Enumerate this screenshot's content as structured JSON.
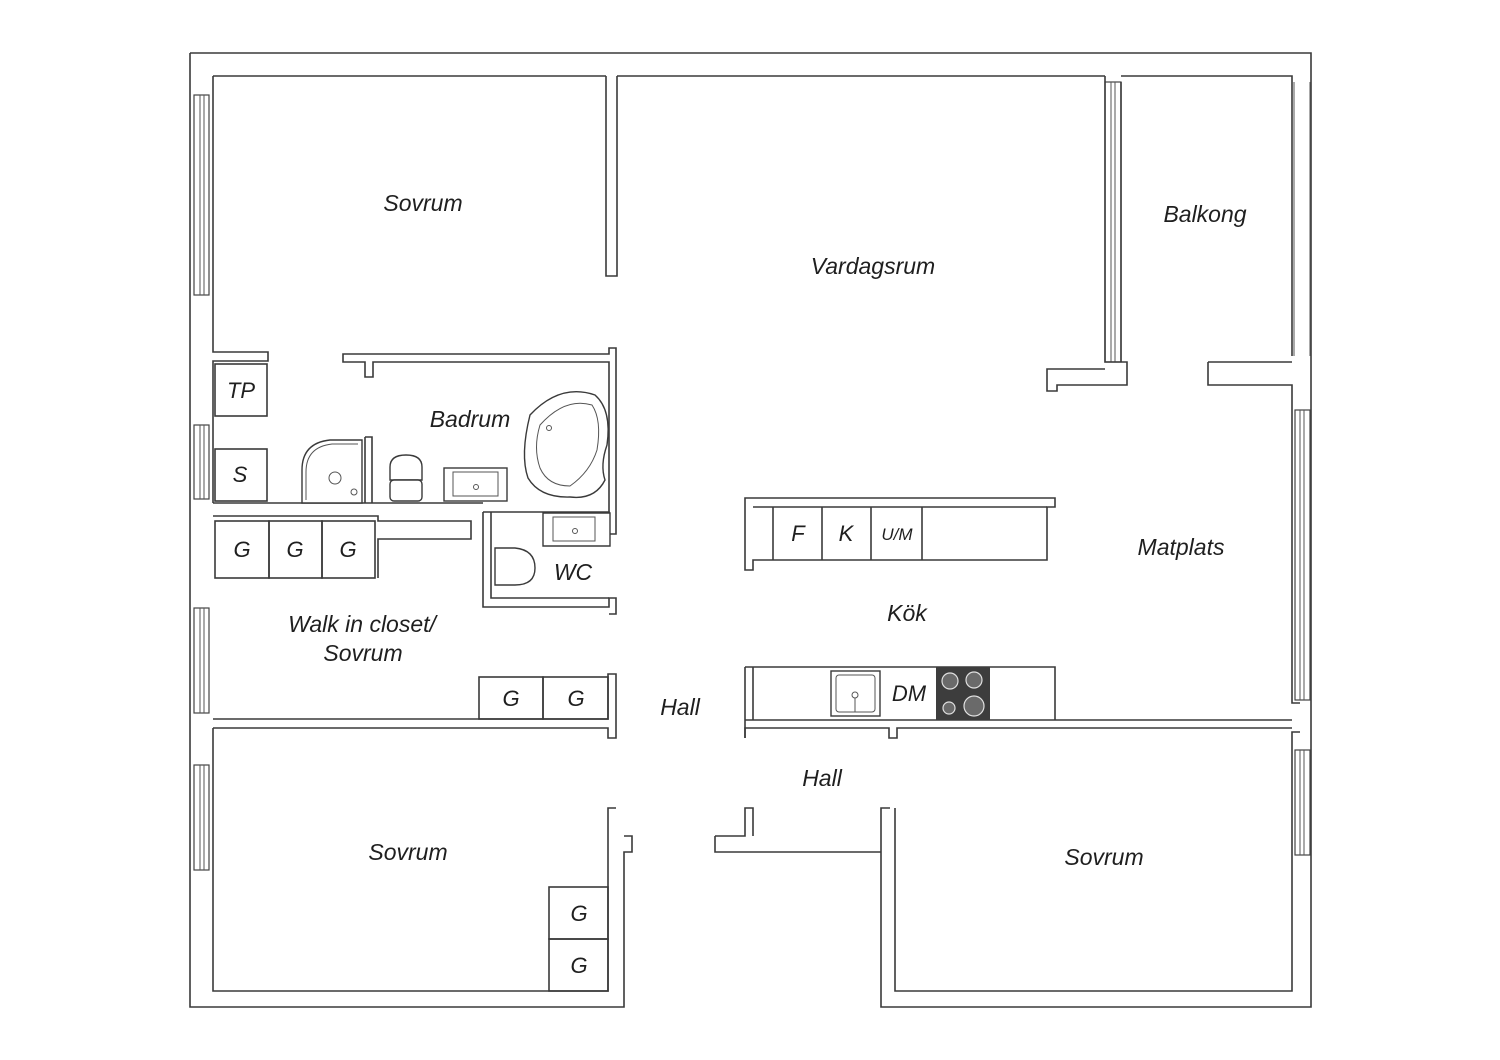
{
  "colors": {
    "wall_stroke": "#3a3a3a",
    "background": "#ffffff",
    "stove": "#3d3d3d"
  },
  "rooms": {
    "sovrum_top": "Sovrum",
    "vardagsrum": "Vardagsrum",
    "balkong": "Balkong",
    "badrum": "Badrum",
    "matplats": "Matplats",
    "kok": "Kök",
    "wc": "WC",
    "walk_in_line1": "Walk in closet/",
    "walk_in_line2": "Sovrum",
    "hall_1": "Hall",
    "hall_2": "Hall",
    "sovrum_bottom_left": "Sovrum",
    "sovrum_bottom_right": "Sovrum"
  },
  "fixtures": {
    "tp": "TP",
    "s": "S",
    "wardrobe": "G",
    "fridge": "F",
    "freezer": "K",
    "oven_micro": "U/M",
    "dishwasher": "DM"
  }
}
